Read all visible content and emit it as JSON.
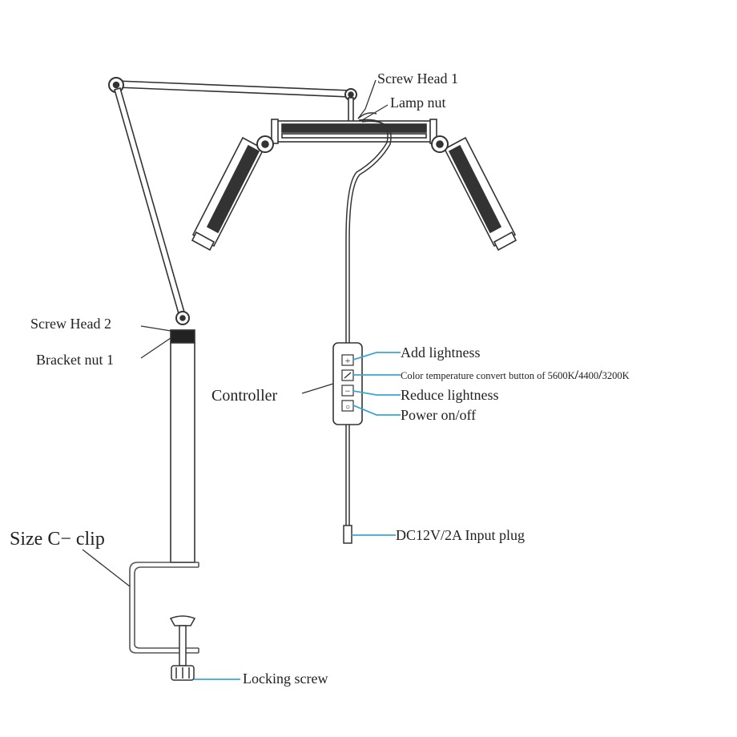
{
  "labels": {
    "screw_head_1": "Screw  Head  1",
    "lamp_nut": "Lamp  nut",
    "screw_head_2": "Screw  Head  2",
    "bracket_nut_1": "Bracket  nut  1",
    "controller": "Controller",
    "add_lightness": "Add  lightness",
    "color_temp_prefix": "Color temperature convert button of 5600K",
    "color_temp_sep1": "/",
    "color_temp_mid": "4400",
    "color_temp_sep2": "/",
    "color_temp_end": "3200K",
    "reduce_lightness": "Reduce  lightness",
    "power": "Power  on/off",
    "dc_input": "DC12V/2A  Input  plug",
    "size_clip": "Size  C−  clip",
    "locking_screw": "Locking  screw"
  },
  "controller_buttons": {
    "add": "+",
    "minus": "−",
    "power": "○"
  },
  "colors": {
    "line": "#333333",
    "leader_blue": "#3aa6d8",
    "clip_grey": "#888888"
  }
}
